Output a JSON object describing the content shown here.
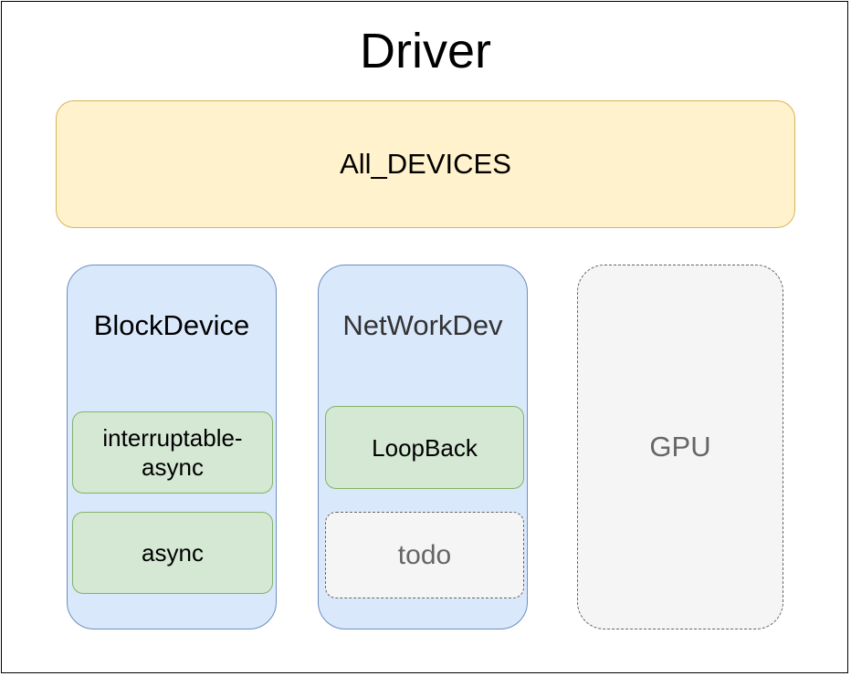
{
  "title": "Driver",
  "all_devices": {
    "label": "All_DEVICES"
  },
  "block_device": {
    "label": "BlockDevice",
    "items": [
      "interruptable-async",
      "async"
    ]
  },
  "network_dev": {
    "label": "NetWorkDev",
    "items": [
      "LoopBack",
      "todo"
    ]
  },
  "gpu": {
    "label": "GPU"
  },
  "colors": {
    "all_devices_fill": "#fff2cc",
    "all_devices_border": "#d6b656",
    "device_fill": "#dae8fc",
    "device_border": "#6c8ebf",
    "sub_fill": "#d5e8d4",
    "sub_border": "#82b366",
    "placeholder_fill": "#f5f5f5",
    "placeholder_border": "#666666"
  }
}
